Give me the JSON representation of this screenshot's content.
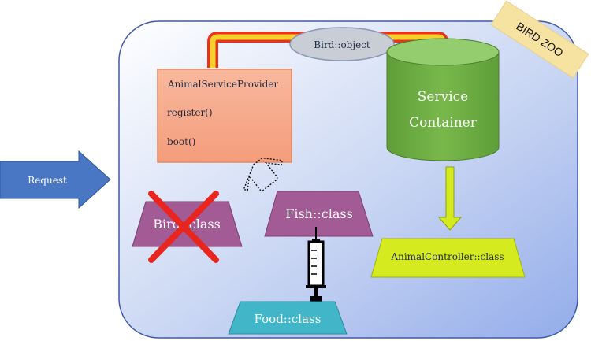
{
  "request": {
    "label": "Request"
  },
  "zoo_banner": {
    "label": "BIRD ZOO"
  },
  "bird_object": {
    "label": "Bird::object"
  },
  "provider": {
    "title": "AnimalServiceProvider",
    "method_register": "register()",
    "method_boot": "boot()"
  },
  "service_container": {
    "line1": "Service",
    "line2": "Container"
  },
  "fish_class": {
    "label": "Fish::class"
  },
  "bird_class": {
    "label": "Bird::class"
  },
  "controller": {
    "label": "AnimalController::class"
  },
  "food_class": {
    "label": "Food::class"
  },
  "colors": {
    "zoo_panel_start": "#ffffff",
    "zoo_panel_end": "#9fb4e8",
    "zoo_panel_border": "#3f5aa8",
    "request_arrow": "#4a77c4",
    "provider_fill": "#f6a98a",
    "container_fill": "#6fae45",
    "class_trapezoid": "#a35b95",
    "controller_fill": "#d6ea20",
    "food_fill": "#40b6c8",
    "pipe_outer": "#e8331f",
    "pipe_inner": "#f7d02c",
    "cross": "#e8251e",
    "banner": "#f6e3a2"
  }
}
